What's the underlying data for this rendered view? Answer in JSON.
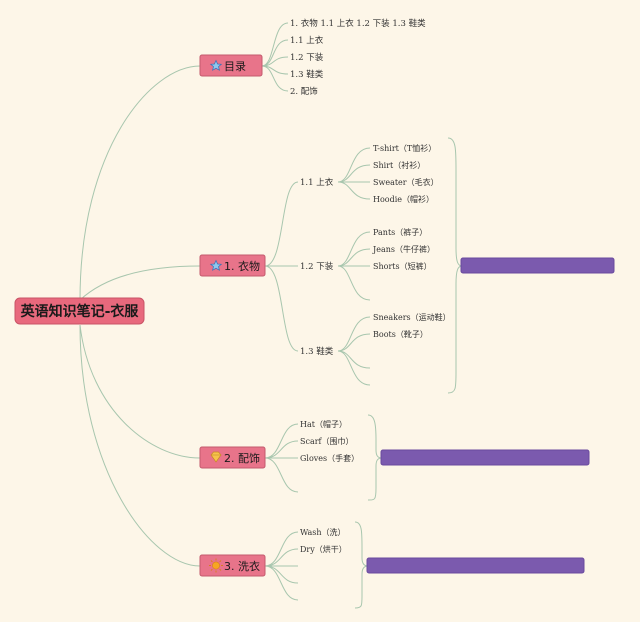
{
  "root": {
    "label": "英语知识笔记-衣服"
  },
  "branches": [
    {
      "id": "toc",
      "icon": "star-icon",
      "label": "目录",
      "children": [
        {
          "label": "1. 衣物 1.1 上衣 1.2 下装 1.3 鞋类"
        },
        {
          "label": "1.1 上衣"
        },
        {
          "label": "1.2 下装"
        },
        {
          "label": "1.3 鞋类"
        },
        {
          "label": "2. 配饰"
        }
      ]
    },
    {
      "id": "clothes",
      "icon": "star-icon",
      "label": "1. 衣物",
      "note": "",
      "groups": [
        {
          "label": "1.1 上衣",
          "items": [
            "T-shirt（T恤衫）",
            "Shirt（衬衫）",
            "Sweater（毛衣）",
            "Hoodie（帽衫）"
          ]
        },
        {
          "label": "1.2 下装",
          "items": [
            "Pants（裤子）",
            "Jeans（牛仔裤）",
            "Shorts（短裤）",
            ""
          ]
        },
        {
          "label": "1.3 鞋类",
          "items": [
            "Sneakers（运动鞋）",
            "Boots（靴子）",
            "",
            ""
          ]
        }
      ]
    },
    {
      "id": "accessories",
      "icon": "diamond-icon",
      "label": "2. 配饰",
      "note": "",
      "items": [
        "Hat（帽子）",
        "Scarf（围巾）",
        "Gloves（手套）",
        ""
      ]
    },
    {
      "id": "washing",
      "icon": "sun-icon",
      "label": "3. 洗衣",
      "note": "",
      "items": [
        "Wash（洗）",
        "Dry（烘干）",
        "",
        "",
        ""
      ]
    }
  ],
  "colors": {
    "background": "#fdf6e8",
    "node": "#e8748a",
    "note": "#7b5aae",
    "connector": "#a8c6ae"
  }
}
